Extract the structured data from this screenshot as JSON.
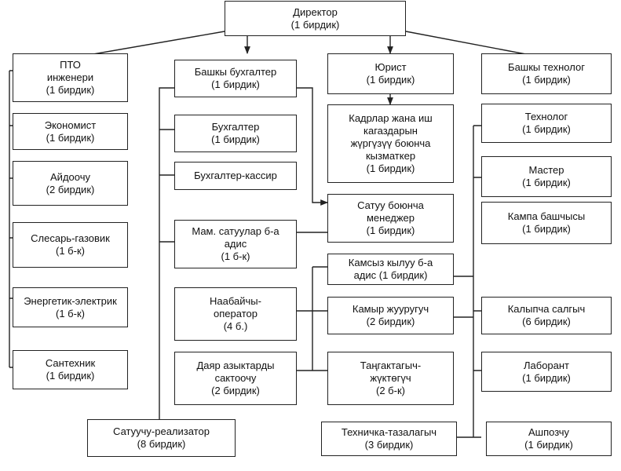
{
  "nodes": {
    "director": [
      "Директор",
      "(1 бирдик)"
    ],
    "pto": [
      "ПТО",
      "инженери",
      "(1 бирдик)"
    ],
    "chief_accountant": [
      "Башкы бухгалтер",
      "(1 бирдик)"
    ],
    "lawyer": [
      "Юрист",
      "(1 бирдик)"
    ],
    "chief_technologist": [
      "Башкы технолог",
      "(1 бирдик)"
    ],
    "economist": [
      "Экономист",
      "(1 бирдик)"
    ],
    "driver": [
      "Айдоочу",
      "(2 бирдик)"
    ],
    "gas_fitter": [
      "Слесарь-газовик",
      "(1 б-к)"
    ],
    "power_electrician": [
      "Энергетик-электрик",
      "(1 б-к)"
    ],
    "plumber": [
      "Сантехник",
      "(1 бирдик)"
    ],
    "accountant": [
      "Бухгалтер",
      "(1 бирдик)"
    ],
    "accountant_cashier": [
      "Бухгалтер-кассир"
    ],
    "procurement_specialist": [
      "Мам. сатуулар б-а",
      "адис",
      "(1 б-к)"
    ],
    "bakery_operator": [
      "Наабайчы-",
      "оператор",
      "(4 б.)"
    ],
    "product_preparer": [
      "Даяр азыктарды",
      "сактоочу",
      "(2 бирдик)"
    ],
    "hr_clerk": [
      "Кадрлар жана иш",
      "кагаздарын",
      "жүргүзүү боюнча",
      "кызматкер",
      "(1 бирдик)"
    ],
    "sales_manager": [
      "Сатуу боюнча",
      "менеджер",
      "(1 бирдик)"
    ],
    "safety_specialist": [
      "Камсыз кылуу б-а",
      "адис (1 бирдик)"
    ],
    "dough_kneader": [
      "Камыр жууругуч",
      "(2 бирдик)"
    ],
    "packer_loader": [
      "Таңгактагыч-",
      "жүктөгүч",
      "(2 б-к)"
    ],
    "cleaner": [
      "Техничка-тазалагыч",
      "(3 бирдик)"
    ],
    "technologist": [
      "Технолог",
      "(1 бирдик)"
    ],
    "master": [
      "Мастер",
      "(1 бирдик)"
    ],
    "camp_head": [
      "Кампа башчысы",
      "(1 бирдик)"
    ],
    "moulder": [
      "Калыпча салгыч",
      "(6 бирдик)"
    ],
    "lab_assistant": [
      "Лаборант",
      "(1 бирдик)"
    ],
    "cook": [
      "Ашпозчу",
      "(1 бирдик)"
    ],
    "seller": [
      "Сатуучу-реализатор",
      "(8 бирдик)"
    ]
  }
}
